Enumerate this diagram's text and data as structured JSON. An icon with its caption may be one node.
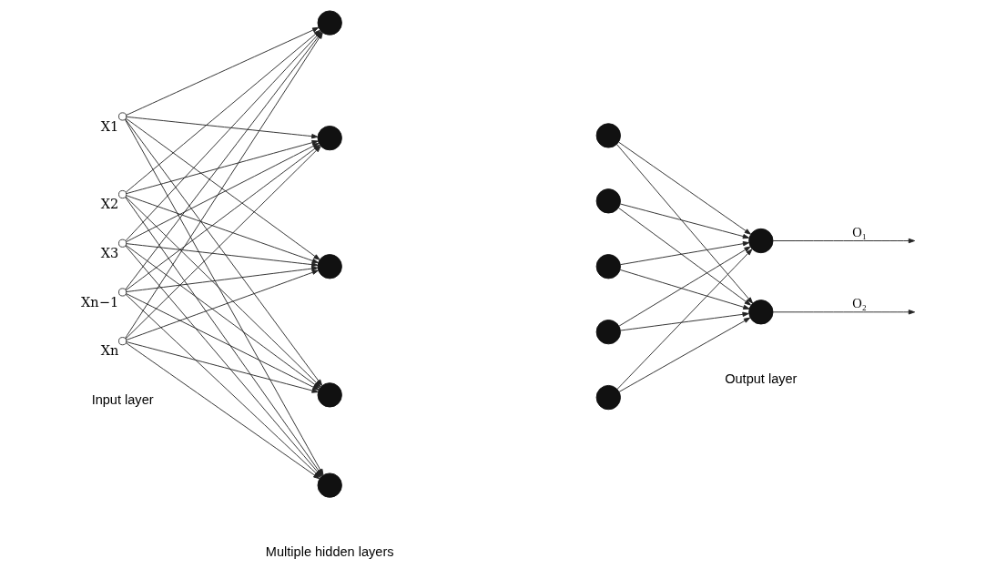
{
  "diagram": {
    "nodes": [
      {
        "text": [],
        "shape": "circle",
        "beside": [
          "X1"
        ]
      },
      {
        "text": [],
        "shape": "circle",
        "beside": [
          "X2"
        ]
      },
      {
        "text": [],
        "shape": "circle",
        "beside": [
          "X3"
        ]
      },
      {
        "text": [],
        "shape": "circle",
        "beside": [
          "Xn−1"
        ]
      },
      {
        "text": [],
        "shape": "circle",
        "beside": [
          "Xn"
        ]
      },
      {
        "text": [],
        "shape": "circle"
      },
      {
        "text": [],
        "shape": "circle"
      },
      {
        "text": [],
        "shape": "circle"
      },
      {
        "text": [],
        "shape": "circle"
      },
      {
        "text": [],
        "shape": "circle"
      },
      {
        "text": [],
        "shape": "circle"
      },
      {
        "text": [],
        "shape": "circle"
      },
      {
        "text": [],
        "shape": "circle"
      },
      {
        "text": [],
        "shape": "circle"
      },
      {
        "text": [],
        "shape": "circle"
      },
      {
        "text": [],
        "shape": "circle"
      },
      {
        "text": [],
        "shape": "circle"
      }
    ],
    "edges": [
      {
        "from": 0,
        "to": 5,
        "arrow": "to"
      },
      {
        "from": 0,
        "to": 6,
        "arrow": "to"
      },
      {
        "from": 0,
        "to": 7,
        "arrow": "to"
      },
      {
        "from": 0,
        "to": 8,
        "arrow": "to"
      },
      {
        "from": 0,
        "to": 9,
        "arrow": "to"
      },
      {
        "from": 1,
        "to": 5,
        "arrow": "to"
      },
      {
        "from": 1,
        "to": 6,
        "arrow": "to"
      },
      {
        "from": 1,
        "to": 7,
        "arrow": "to"
      },
      {
        "from": 1,
        "to": 8,
        "arrow": "to"
      },
      {
        "from": 1,
        "to": 9,
        "arrow": "to"
      },
      {
        "from": 2,
        "to": 5,
        "arrow": "to"
      },
      {
        "from": 2,
        "to": 6,
        "arrow": "to"
      },
      {
        "from": 2,
        "to": 7,
        "arrow": "to"
      },
      {
        "from": 2,
        "to": 8,
        "arrow": "to"
      },
      {
        "from": 2,
        "to": 9,
        "arrow": "to"
      },
      {
        "from": 3,
        "to": 5,
        "arrow": "to"
      },
      {
        "from": 3,
        "to": 6,
        "arrow": "to"
      },
      {
        "from": 3,
        "to": 7,
        "arrow": "to"
      },
      {
        "from": 3,
        "to": 8,
        "arrow": "to"
      },
      {
        "from": 3,
        "to": 9,
        "arrow": "to"
      },
      {
        "from": 4,
        "to": 5,
        "arrow": "to"
      },
      {
        "from": 4,
        "to": 6,
        "arrow": "to"
      },
      {
        "from": 4,
        "to": 7,
        "arrow": "to"
      },
      {
        "from": 4,
        "to": 8,
        "arrow": "to"
      },
      {
        "from": 4,
        "to": 9,
        "arrow": "to"
      },
      {
        "from": 10,
        "to": 15,
        "arrow": "to"
      },
      {
        "from": 10,
        "to": 16,
        "arrow": "to"
      },
      {
        "from": 11,
        "to": 15,
        "arrow": "to"
      },
      {
        "from": 11,
        "to": 16,
        "arrow": "to"
      },
      {
        "from": 12,
        "to": 15,
        "arrow": "to"
      },
      {
        "from": 12,
        "to": 16,
        "arrow": "to"
      },
      {
        "from": 13,
        "to": 15,
        "arrow": "to"
      },
      {
        "from": 13,
        "to": 16,
        "arrow": "to"
      },
      {
        "from": 14,
        "to": 15,
        "arrow": "to"
      },
      {
        "from": 14,
        "to": 16,
        "arrow": "to"
      },
      {
        "from": 15,
        "to": null,
        "arrow": "to",
        "label": "O₁"
      },
      {
        "from": 16,
        "to": null,
        "arrow": "to",
        "label": "O₂"
      }
    ],
    "labels": [
      "Input layer",
      "Multiple hidden layers",
      "Output layer"
    ]
  }
}
